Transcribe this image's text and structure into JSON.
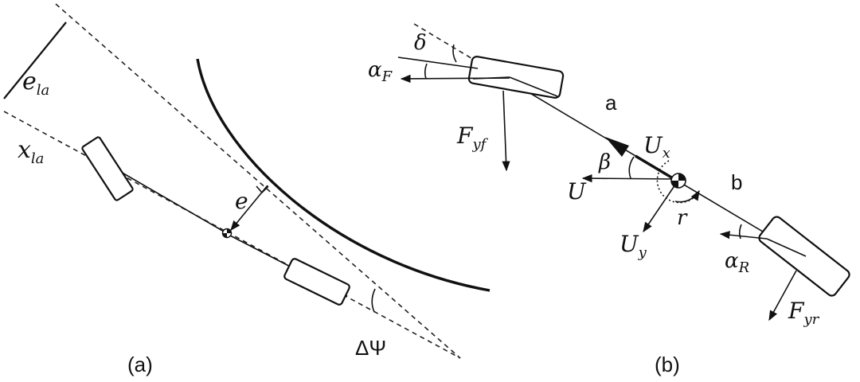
{
  "panel_a": {
    "caption": "(a)",
    "labels": {
      "e_la_main": "e",
      "e_la_sub": "la",
      "x_la_main": "x",
      "x_la_sub": "la",
      "e": "e",
      "delta_psi": "ΔΨ"
    }
  },
  "panel_b": {
    "caption": "(b)",
    "labels": {
      "delta": "δ",
      "alpha_f_main": "α",
      "alpha_f_sub": "F",
      "a": "a",
      "f_yf_main": "F",
      "f_yf_sub": "yf",
      "u_x_main": "U",
      "u_x_sub": "x",
      "beta": "β",
      "u": "U",
      "b": "b",
      "r": "r",
      "u_y_main": "U",
      "u_y_sub": "y",
      "alpha_r_main": "α",
      "alpha_r_sub": "R",
      "f_yr_main": "F",
      "f_yr_sub": "yr"
    }
  },
  "colors": {
    "ink": "#111111",
    "background": "#ffffff"
  }
}
